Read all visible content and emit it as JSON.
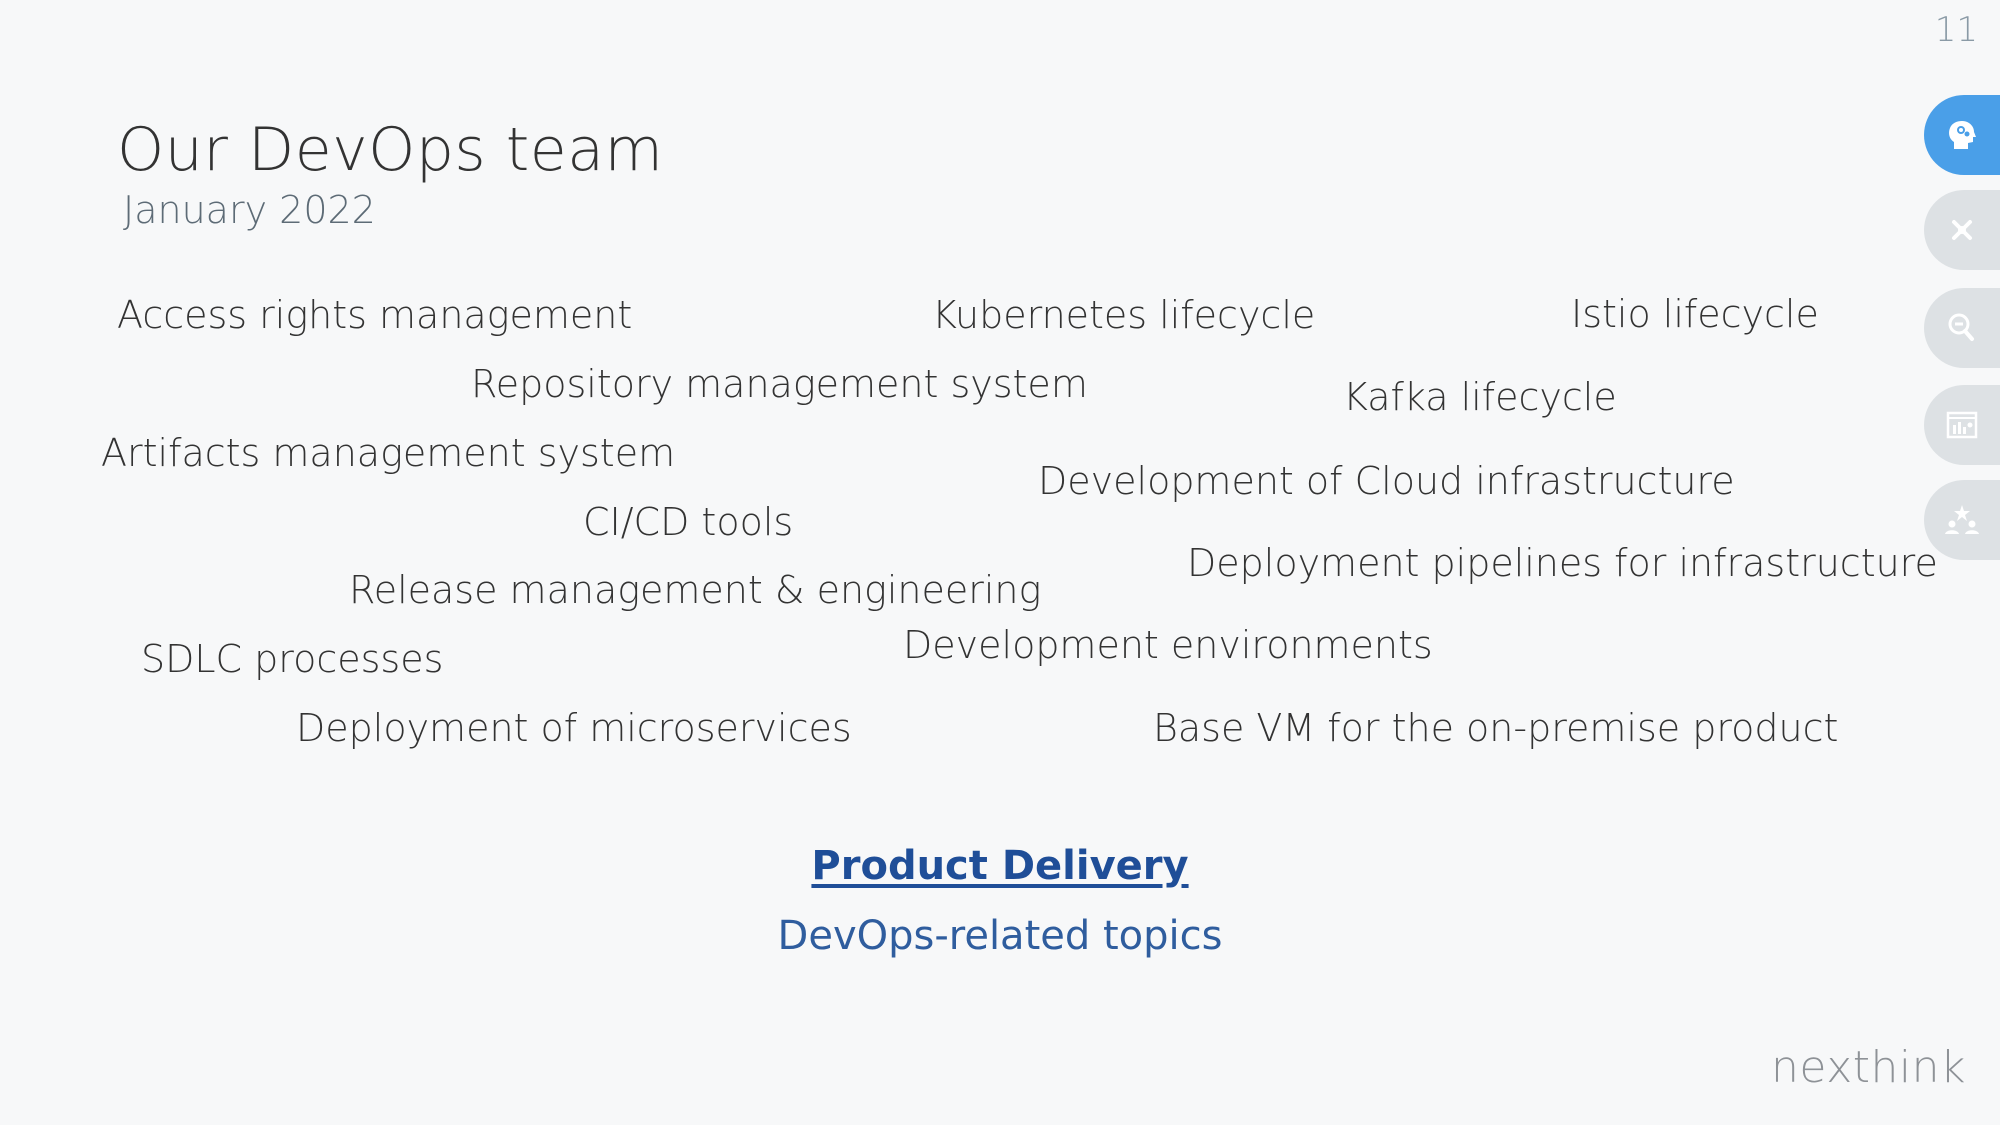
{
  "slide": {
    "page_number": "11",
    "title": "Our DevOps team",
    "subtitle": "January 2022"
  },
  "topics": [
    "Access rights management",
    "Kubernetes lifecycle",
    "Istio lifecycle",
    "Repository management system",
    "Kafka lifecycle",
    "Artifacts management system",
    "Development of Cloud infrastructure",
    "CI/CD tools",
    "Deployment pipelines for infrastructure",
    "Release management & engineering",
    "Development environments",
    "SDLC processes",
    "Deployment of microservices",
    "Base VM for the on-premise product"
  ],
  "footer": {
    "link_label": "Product Delivery",
    "caption": "DevOps-related topics"
  },
  "brand": {
    "logo_text": "nexthink"
  },
  "side_nav": {
    "icons": [
      "head-gears-icon",
      "tools-icon",
      "magnifier-icon",
      "chart-icon",
      "team-star-icon"
    ],
    "active_index": 0
  },
  "colors": {
    "background": "#f7f8f9",
    "text": "#333333",
    "accent": "#1f4e98",
    "active_icon": "#4a9fe8",
    "inactive_icon": "#dde1e4"
  }
}
